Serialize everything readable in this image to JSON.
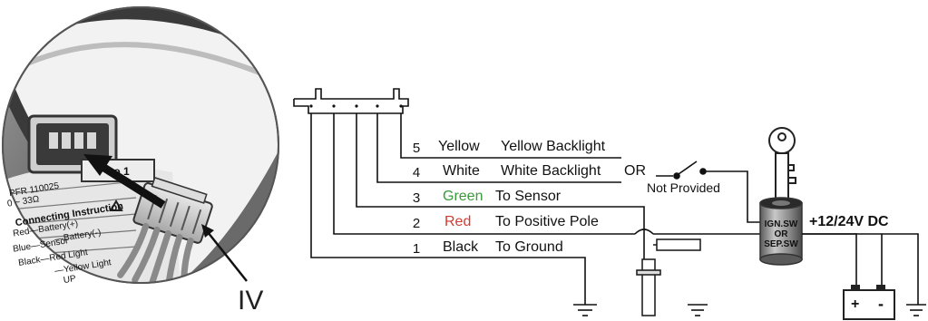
{
  "callout": {
    "label": "IV"
  },
  "gauge_label": {
    "model": "PFR 110025",
    "range": "0 ~ 33Ω",
    "heading": "Connecting Instruction",
    "lines": [
      "Red—Battery(+)",
      "—Battery(-)",
      "Blue—Sensor",
      "Black—Red Light",
      "—Yellow Light",
      "UP"
    ],
    "side_tag": "Lo 1"
  },
  "wires": [
    {
      "number": "5",
      "color_name": "Yellow",
      "color_hex": "#111111",
      "function": "Yellow Backlight"
    },
    {
      "number": "4",
      "color_name": "White",
      "color_hex": "#111111",
      "function": "White Backlight"
    },
    {
      "number": "3",
      "color_name": "Green",
      "color_hex": "#3a9a3a",
      "function": "To Sensor"
    },
    {
      "number": "2",
      "color_name": "Red",
      "color_hex": "#d23a32",
      "function": "To Positive Pole"
    },
    {
      "number": "1",
      "color_name": "Black",
      "color_hex": "#111111",
      "function": "To Ground"
    }
  ],
  "switch": {
    "or_label": "OR",
    "note": "Not Provided"
  },
  "ignition": {
    "line1": "IGN.SW",
    "line2": "OR",
    "line3": "SEP.SW"
  },
  "supply": {
    "label": "+12/24V DC"
  },
  "battery": {
    "plus": "+",
    "minus": "-"
  }
}
